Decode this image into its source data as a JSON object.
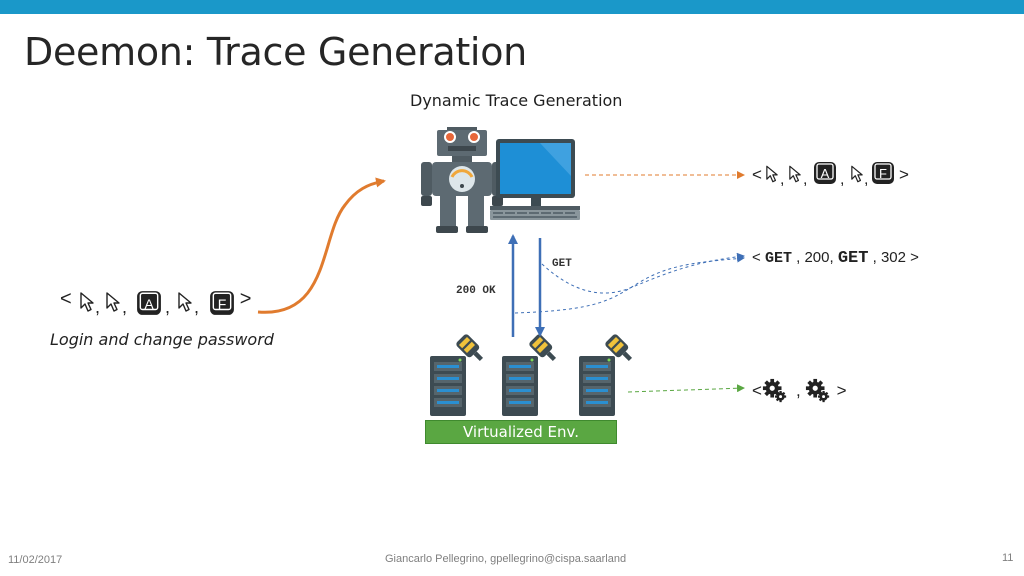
{
  "slide": {
    "title": "Deemon: Trace Generation",
    "subtitle": "Dynamic Trace Generation"
  },
  "left": {
    "sequence_open": "<",
    "sequence_close": ">",
    "caption": "Login and change password"
  },
  "labels": {
    "get": "GET",
    "ok": "200 OK"
  },
  "ui_trace": {
    "open": "<",
    "close": ">"
  },
  "http_trace": {
    "open": "< ",
    "get1": "GET",
    "s200": " , 200, ",
    "get2": "GET",
    "s302": " , 302 >"
  },
  "server_trace": {
    "open": "<",
    "sep": ",",
    "close": ">"
  },
  "environment": {
    "label": "Virtualized Env."
  },
  "footer": {
    "date": "11/02/2017",
    "author": "Giancarlo Pellegrino, gpellegrino@cispa.saarland",
    "page": "11"
  },
  "colors": {
    "topbar": "#1a98c9",
    "flow_arrow": "#e07b2e",
    "http_arrow": "#3e6fb6",
    "env_green": "#5aa742",
    "monitor": "#1e8fd6",
    "robot": "#5d6a72"
  },
  "icons": [
    "cursor-icon",
    "key-a-icon",
    "key-f-icon",
    "gears-icon",
    "robot-icon",
    "computer-icon",
    "server-icon",
    "probe-icon"
  ]
}
